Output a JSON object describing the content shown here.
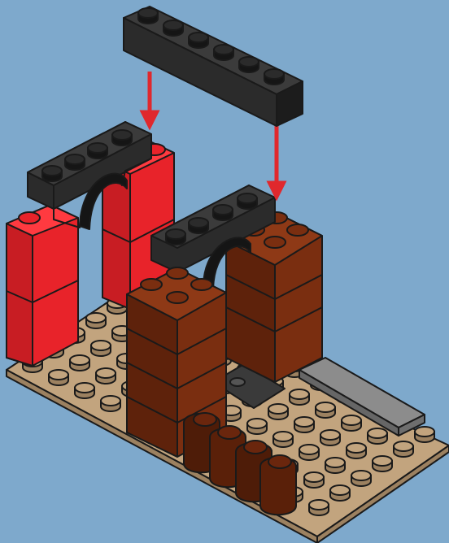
{
  "illustration": {
    "background_color": "#7ea9cc",
    "palette": {
      "baseplate": "#c2a47e",
      "baseplate_side": "#9c8160",
      "red": "#e8232a",
      "red_dark": "#b41a1f",
      "brown": "#7a2e10",
      "brown_dark": "#4e1c08",
      "black": "#2b2b2b",
      "black_dark": "#151515",
      "grey": "#8c8c8c",
      "grey_dark": "#666666",
      "arrow": "#e0282d"
    },
    "parts": [
      "tan-baseplate",
      "red-brick-column-left",
      "red-brick-column-right",
      "black-arch-left",
      "brown-brick-column-front",
      "brown-brick-column-back",
      "black-arch-right",
      "dark-grey-tile",
      "light-grey-tile",
      "brown-round-bricks",
      "black-brick-1x6"
    ],
    "arrows": [
      "arrow-left",
      "arrow-right"
    ]
  }
}
